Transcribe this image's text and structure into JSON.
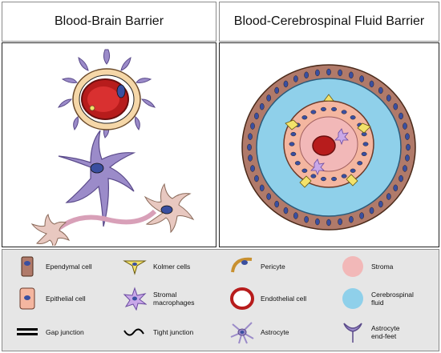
{
  "titles": {
    "left": "Blood-Brain Barrier",
    "right": "Blood-Cerebrospinal Fluid Barrier"
  },
  "legend": [
    {
      "id": "ependymal",
      "label": "Ependymal cell",
      "icon": "ependymal-cell-icon"
    },
    {
      "id": "kolmer",
      "label": "Kolmer cells",
      "icon": "kolmer-cell-icon"
    },
    {
      "id": "pericyte",
      "label": "Pericyte",
      "icon": "pericyte-icon"
    },
    {
      "id": "stroma",
      "label": "Stroma",
      "icon": "stroma-icon"
    },
    {
      "id": "epithelial",
      "label": "Epithelial cell",
      "icon": "epithelial-cell-icon"
    },
    {
      "id": "macrophage",
      "label": "Stromal\nmacrophages",
      "icon": "stromal-macrophage-icon"
    },
    {
      "id": "endothelial",
      "label": "Endothelial cell",
      "icon": "endothelial-cell-icon"
    },
    {
      "id": "csf",
      "label": "Cerebrospinal\nfluid",
      "icon": "csf-icon"
    },
    {
      "id": "gap",
      "label": "Gap junction",
      "icon": "gap-junction-icon"
    },
    {
      "id": "tight",
      "label": "Tight junction",
      "icon": "tight-junction-icon"
    },
    {
      "id": "astrocyte",
      "label": "Astrocyte",
      "icon": "astrocyte-icon"
    },
    {
      "id": "endfeet",
      "label": "Astrocyte\nend-feet",
      "icon": "astrocyte-end-feet-icon"
    }
  ],
  "colors": {
    "astrocyte": "#9b8bc9",
    "astrocyte_outline": "#5a4a8a",
    "endothelial": "#b71c1c",
    "stroma": "#f2b8b8",
    "csf": "#8fd0ea",
    "ependymal": "#b07a6a",
    "epithelial": "#f4b6a0",
    "kolmer": "#f3e26a",
    "nucleus": "#3a4fa0",
    "legend_bg": "#e6e6e6"
  }
}
